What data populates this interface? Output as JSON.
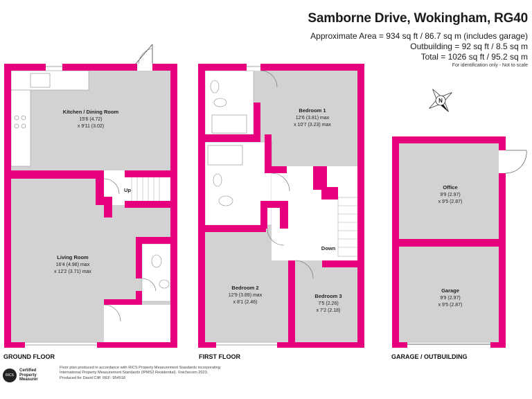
{
  "header": {
    "title": "Samborne Drive, Wokingham, RG40",
    "area_approx": "Approximate Area = 934 sq ft / 86.7 sq m (includes garage)",
    "area_outbuilding": "Outbuilding = 92 sq ft / 8.5 sq m",
    "area_total": "Total = 1026 sq ft / 95.2 sq m",
    "identification_note": "For identification only - Not to scale"
  },
  "compass": {
    "label": "N"
  },
  "floors": {
    "ground": "GROUND FLOOR",
    "first": "FIRST FLOOR",
    "outbuilding": "GARAGE / OUTBUILDING"
  },
  "rooms": {
    "kitchen": {
      "name": "Kitchen / Dining Room",
      "dim1": "15'6 (4.72)",
      "dim2": "x 9'11 (3.02)"
    },
    "living": {
      "name": "Living Room",
      "dim1": "16'4 (4.98) max",
      "dim2": "x 12'2 (3.71) max"
    },
    "bedroom1": {
      "name": "Bedroom 1",
      "dim1": "12'6 (3.81) max",
      "dim2": "x 10'7 (3.23) max"
    },
    "bedroom2": {
      "name": "Bedroom 2",
      "dim1": "12'9 (3.89) max",
      "dim2": "x 8'1 (2.46)"
    },
    "bedroom3": {
      "name": "Bedroom 3",
      "dim1": "7'5 (2.26)",
      "dim2": "x 7'2 (2.18)"
    },
    "office": {
      "name": "Office",
      "dim1": "9'9 (2.97)",
      "dim2": "x 9'5 (2.87)"
    },
    "garage": {
      "name": "Garage",
      "dim1": "9'9 (2.97)",
      "dim2": "x 9'5 (2.87)"
    }
  },
  "stairs": {
    "up": "Up",
    "down": "Down"
  },
  "footer": {
    "line1": "Floor plan produced in accordance with RICS Property Measurement Standards incorporating",
    "line2": "International Property Measurement Standards (IPMS2 Residential).  ©nichecom 2023.",
    "line3": "Produced for David Cliff.   REF:  954518",
    "badge_org": "RICS",
    "badge_line1": "Certified",
    "badge_line2": "Property",
    "badge_line3": "Measurer"
  },
  "colors": {
    "wall": "#e6007e",
    "floor": "#d2d2d2",
    "text": "#1a1a1a"
  }
}
